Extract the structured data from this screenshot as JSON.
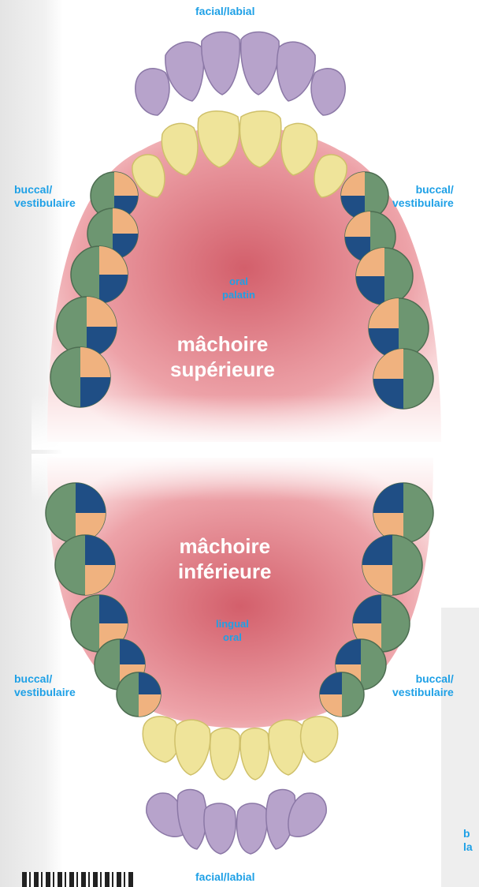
{
  "labels": {
    "top_facial": "facial/labial",
    "bottom_facial": "facial/labial",
    "buccal_ul": "buccal/\nvestibulaire",
    "buccal_ur": "buccal/\nvestibulaire",
    "buccal_ll": "buccal/\nvestibulaire",
    "buccal_lr": "buccal/\nvestibulaire",
    "oral_upper": "oral\npalatin",
    "oral_lower": "lingual\noral",
    "corner_fragment": "b\nla"
  },
  "jaws": {
    "upper": "mâchoire\nsupérieure",
    "lower": "mâchoire\ninférieure"
  },
  "colors": {
    "label": "#1ea0e6",
    "palate": "#e0707a",
    "incisor": "#b7a3cb",
    "canine": "#efe49a",
    "molar_green": "#6d9671",
    "molar_blue": "#1f4e85",
    "molar_orange": "#f0b27f"
  }
}
